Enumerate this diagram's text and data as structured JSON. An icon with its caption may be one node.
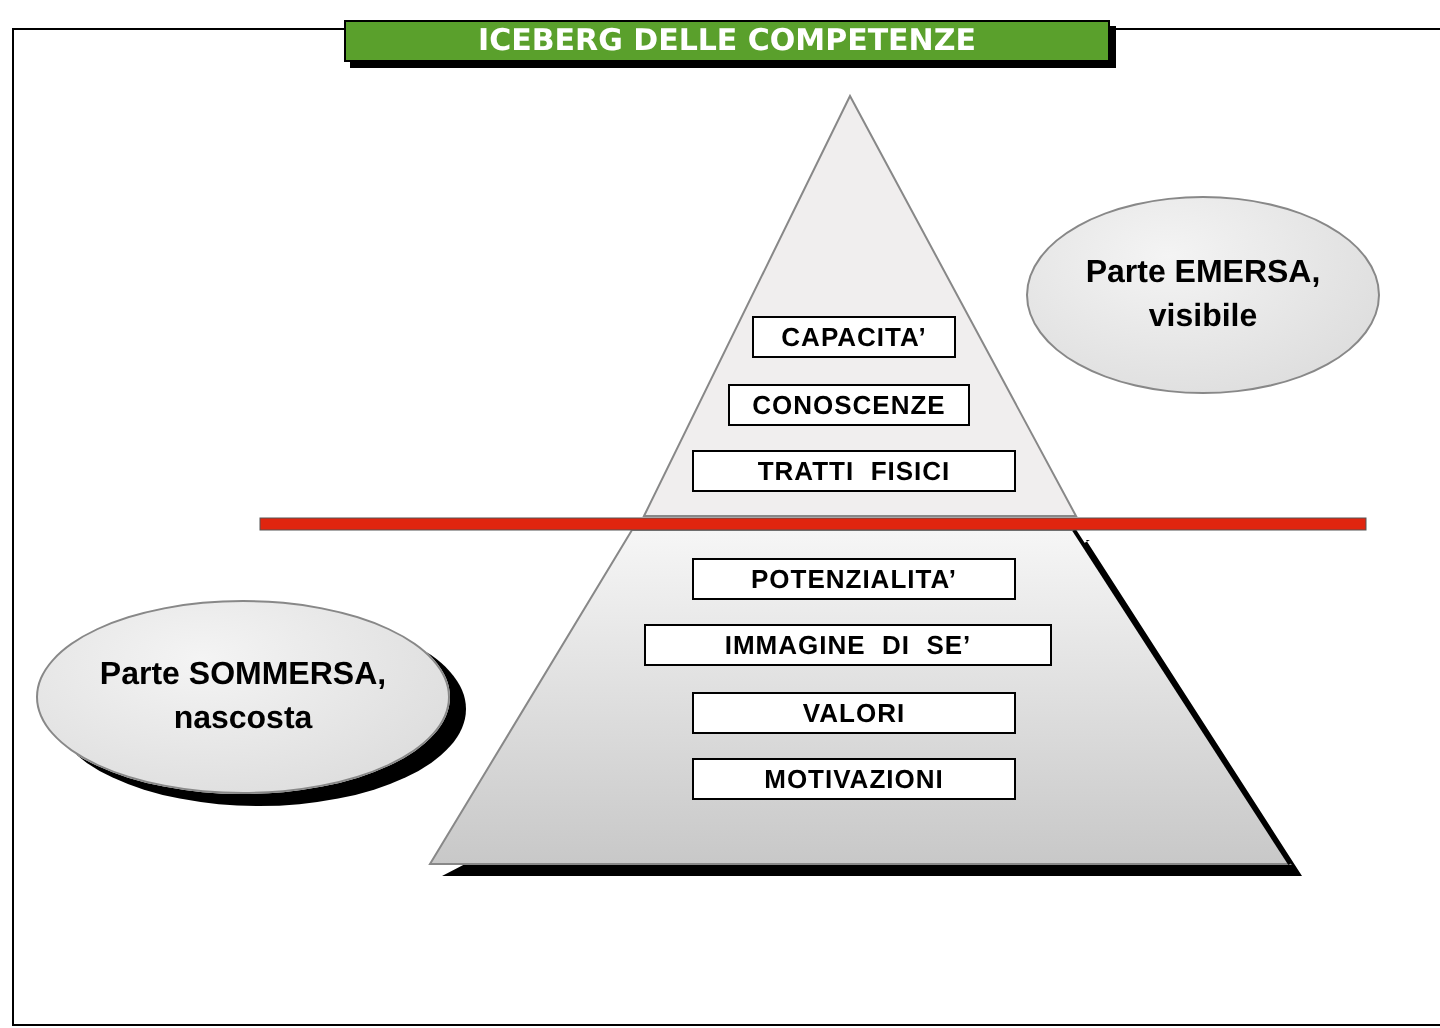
{
  "diagram": {
    "title": "ICEBERG DELLE COMPETENZE",
    "nodes": [
      {
        "text": [
          "Parte EMERSA, visibile"
        ]
      },
      {
        "text": [
          "CAPACITA’"
        ]
      },
      {
        "text": [
          "CONOSCENZE"
        ]
      },
      {
        "text": [
          "TRATTI  FISICI"
        ]
      },
      {
        "text": [
          "Parte SOMMERSA, nascosta"
        ]
      },
      {
        "text": [
          "POTENZIALITA’"
        ]
      },
      {
        "text": [
          "IMMAGINE  DI  SE’"
        ]
      },
      {
        "text": [
          "VALORI"
        ]
      },
      {
        "text": [
          "MOTIVAZIONI"
        ]
      }
    ]
  }
}
